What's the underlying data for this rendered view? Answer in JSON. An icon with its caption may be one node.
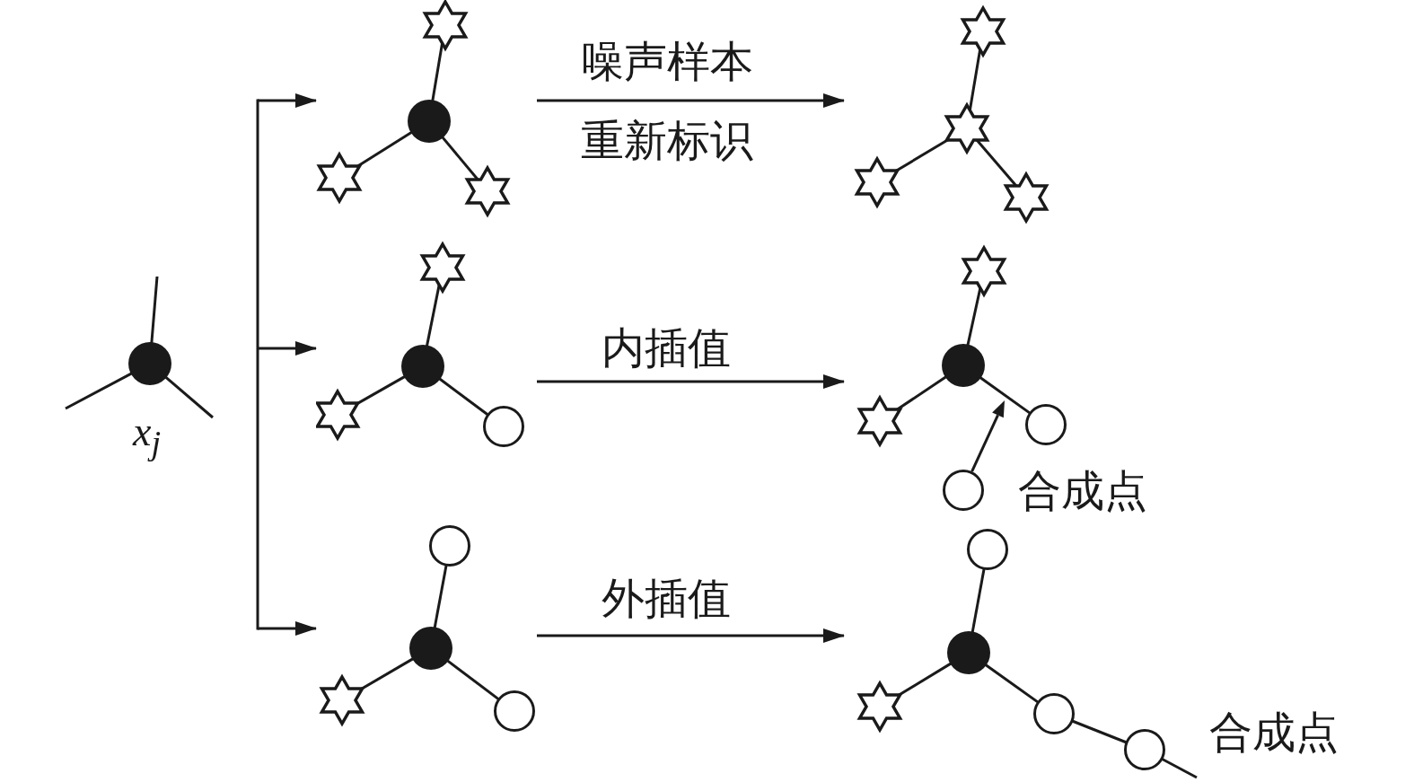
{
  "diagram": {
    "nodes": [
      {
        "text": [],
        "shape": "picture",
        "beside": [
          "x$_{j}$"
        ]
      },
      {
        "text": [],
        "shape": "picture"
      },
      {
        "text": [],
        "shape": "picture"
      },
      {
        "text": [],
        "shape": "picture"
      },
      {
        "text": [],
        "shape": "picture",
        "beside": [
          "合成点"
        ]
      },
      {
        "text": [],
        "shape": "picture"
      },
      {
        "text": [],
        "shape": "picture",
        "beside": [
          "合成点"
        ]
      }
    ],
    "edges": [
      {
        "from": null,
        "to": 1,
        "arrow": "to"
      },
      {
        "from": null,
        "to": 3,
        "arrow": "to"
      },
      {
        "from": null,
        "to": 5,
        "arrow": "to"
      },
      {
        "from": 1,
        "to": 2,
        "arrow": "to",
        "label": "噪声样本重新标识"
      },
      {
        "from": 3,
        "to": 4,
        "arrow": "to",
        "label": "内插值"
      },
      {
        "from": 5,
        "to": 6,
        "arrow": "to",
        "label": "外插值"
      }
    ]
  }
}
